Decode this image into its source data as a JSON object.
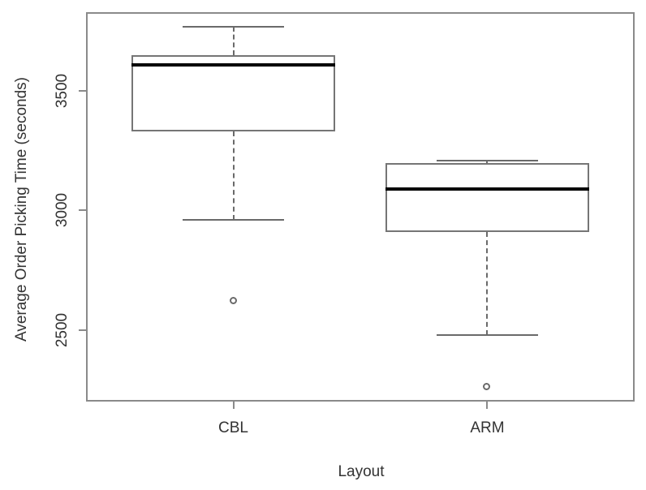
{
  "chart_data": {
    "type": "boxplot",
    "title": "",
    "xlabel": "Layout",
    "ylabel": "Average Order Picking Time (seconds)",
    "categories": [
      "CBL",
      "ARM"
    ],
    "y_ticks": [
      2500,
      3000,
      3500
    ],
    "ylim": [
      2200,
      3830
    ],
    "grid": false,
    "legend": "none",
    "orientation": "vertical",
    "series": [
      {
        "name": "CBL",
        "lower_whisker": 2960,
        "q1": 3330,
        "median": 3610,
        "q3": 3650,
        "upper_whisker": 3770,
        "outliers": [
          2620
        ]
      },
      {
        "name": "ARM",
        "lower_whisker": 2480,
        "q1": 2910,
        "median": 3090,
        "q3": 3200,
        "upper_whisker": 3210,
        "outliers": [
          2260
        ]
      }
    ],
    "colors": {
      "frame_line": "#8a8a8a",
      "box_line": "#757575",
      "whisker_line": "#6a6a6a",
      "median_line": "#000000",
      "text": "#333333",
      "background": "#ffffff"
    }
  }
}
